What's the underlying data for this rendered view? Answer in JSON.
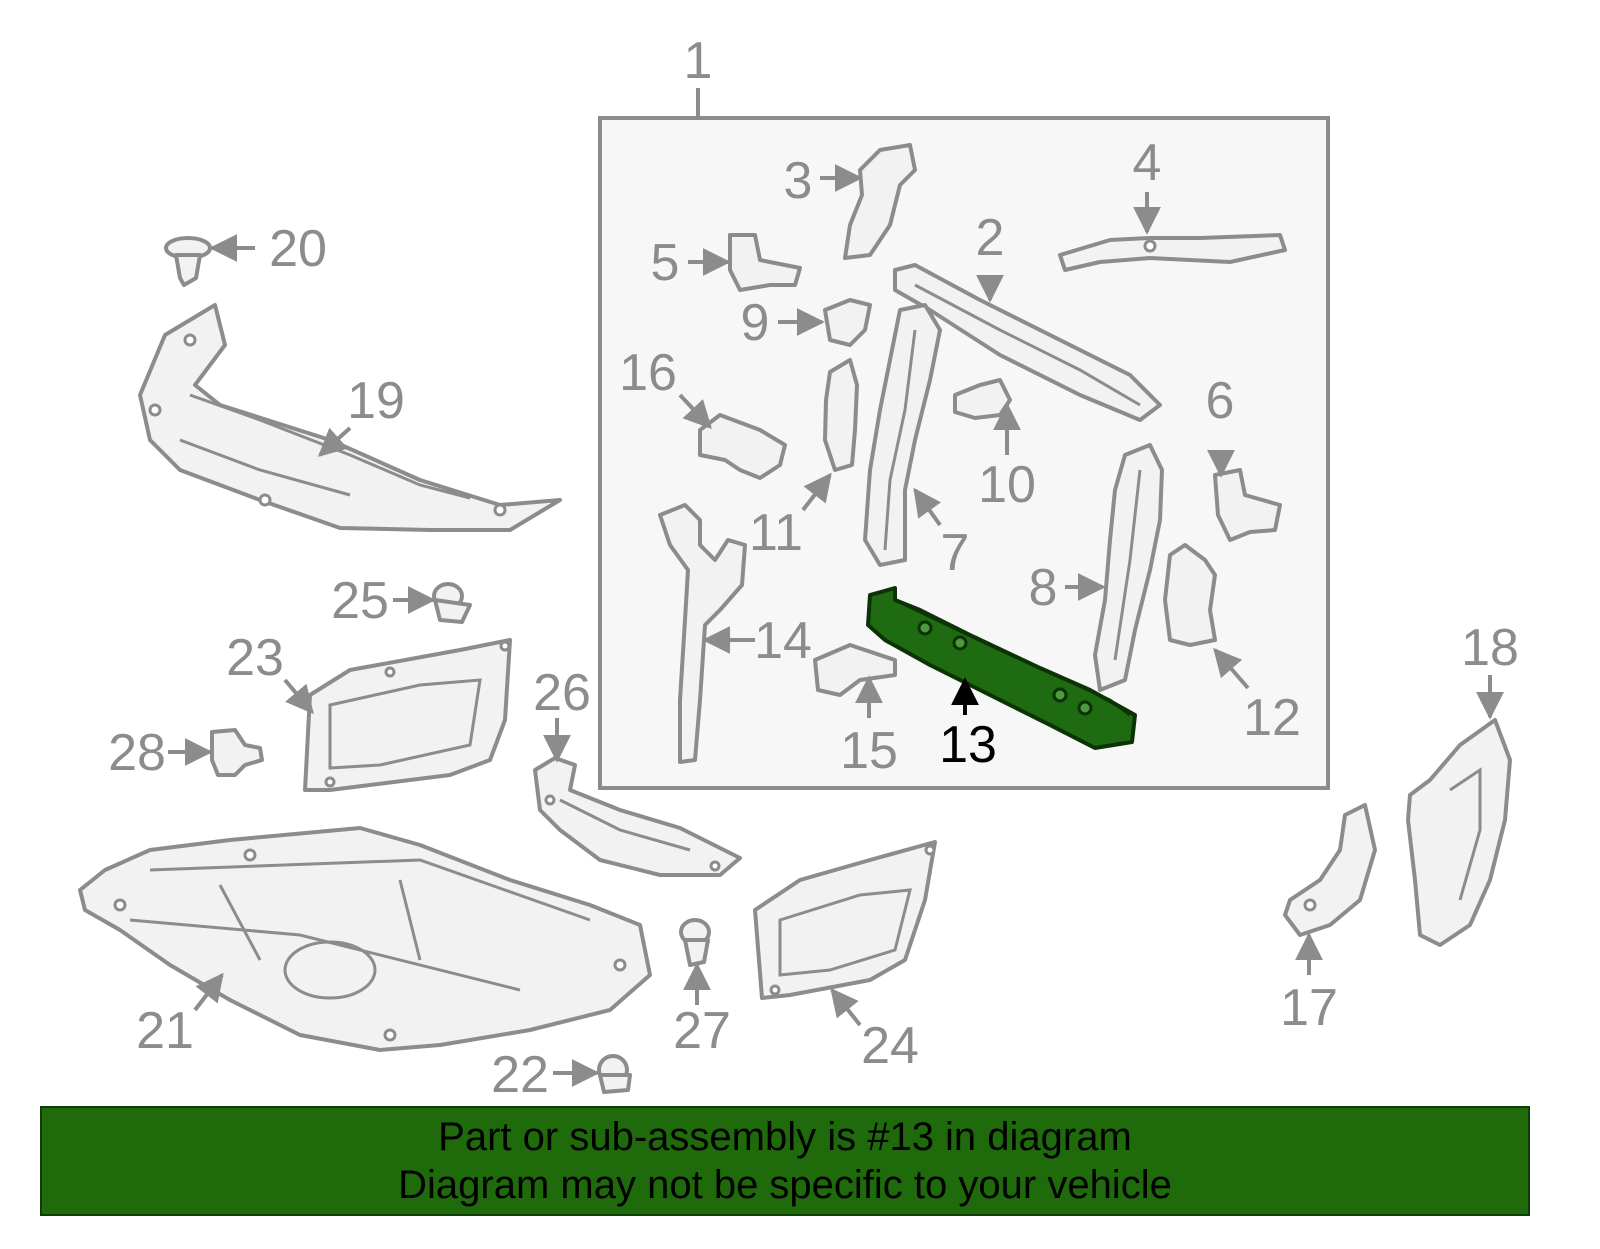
{
  "callouts": {
    "c1": "1",
    "c2": "2",
    "c3": "3",
    "c4": "4",
    "c5": "5",
    "c6": "6",
    "c7": "7",
    "c8": "8",
    "c9": "9",
    "c10": "10",
    "c11": "11",
    "c12": "12",
    "c13": "13",
    "c14": "14",
    "c15": "15",
    "c16": "16",
    "c17": "17",
    "c18": "18",
    "c19": "19",
    "c20": "20",
    "c21": "21",
    "c22": "22",
    "c23": "23",
    "c24": "24",
    "c25": "25",
    "c26": "26",
    "c27": "27",
    "c28": "28"
  },
  "highlighted_part": "13",
  "colors": {
    "line_gray": "#8c8c8c",
    "highlight_green": "#1e6b12",
    "banner_green": "#1f6b0c"
  },
  "banner": {
    "line1": "Part or sub-assembly is #13 in diagram",
    "line2": "Diagram may not be specific to your vehicle"
  }
}
